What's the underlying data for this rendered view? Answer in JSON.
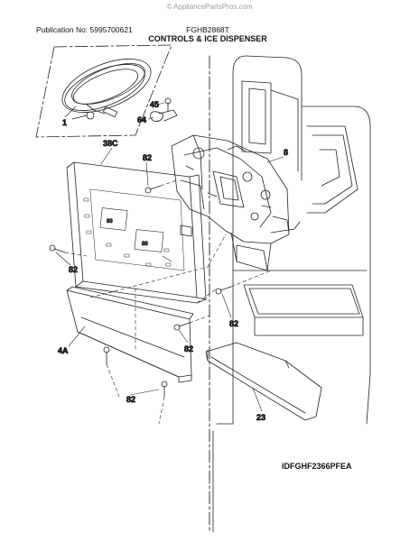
{
  "header": {
    "watermark": "© AppliancePartsPros.com",
    "publication": "Publication No: 5995700621",
    "model": "FGHB2868T",
    "section_title": "CONTROLS & ICE DISPENSER"
  },
  "callouts": {
    "c1": "1",
    "c45": "45",
    "c64": "64",
    "c38c": "38C",
    "c82a": "82",
    "c8": "8",
    "c82b": "82",
    "c82c": "82",
    "c82d": "82",
    "c4a": "4A",
    "c82e": "82",
    "c23": "23"
  },
  "panel_text": {
    "left_display": "88",
    "right_display": "88"
  },
  "footer": {
    "drawing_id": "IDFGHF2366PFEA"
  }
}
